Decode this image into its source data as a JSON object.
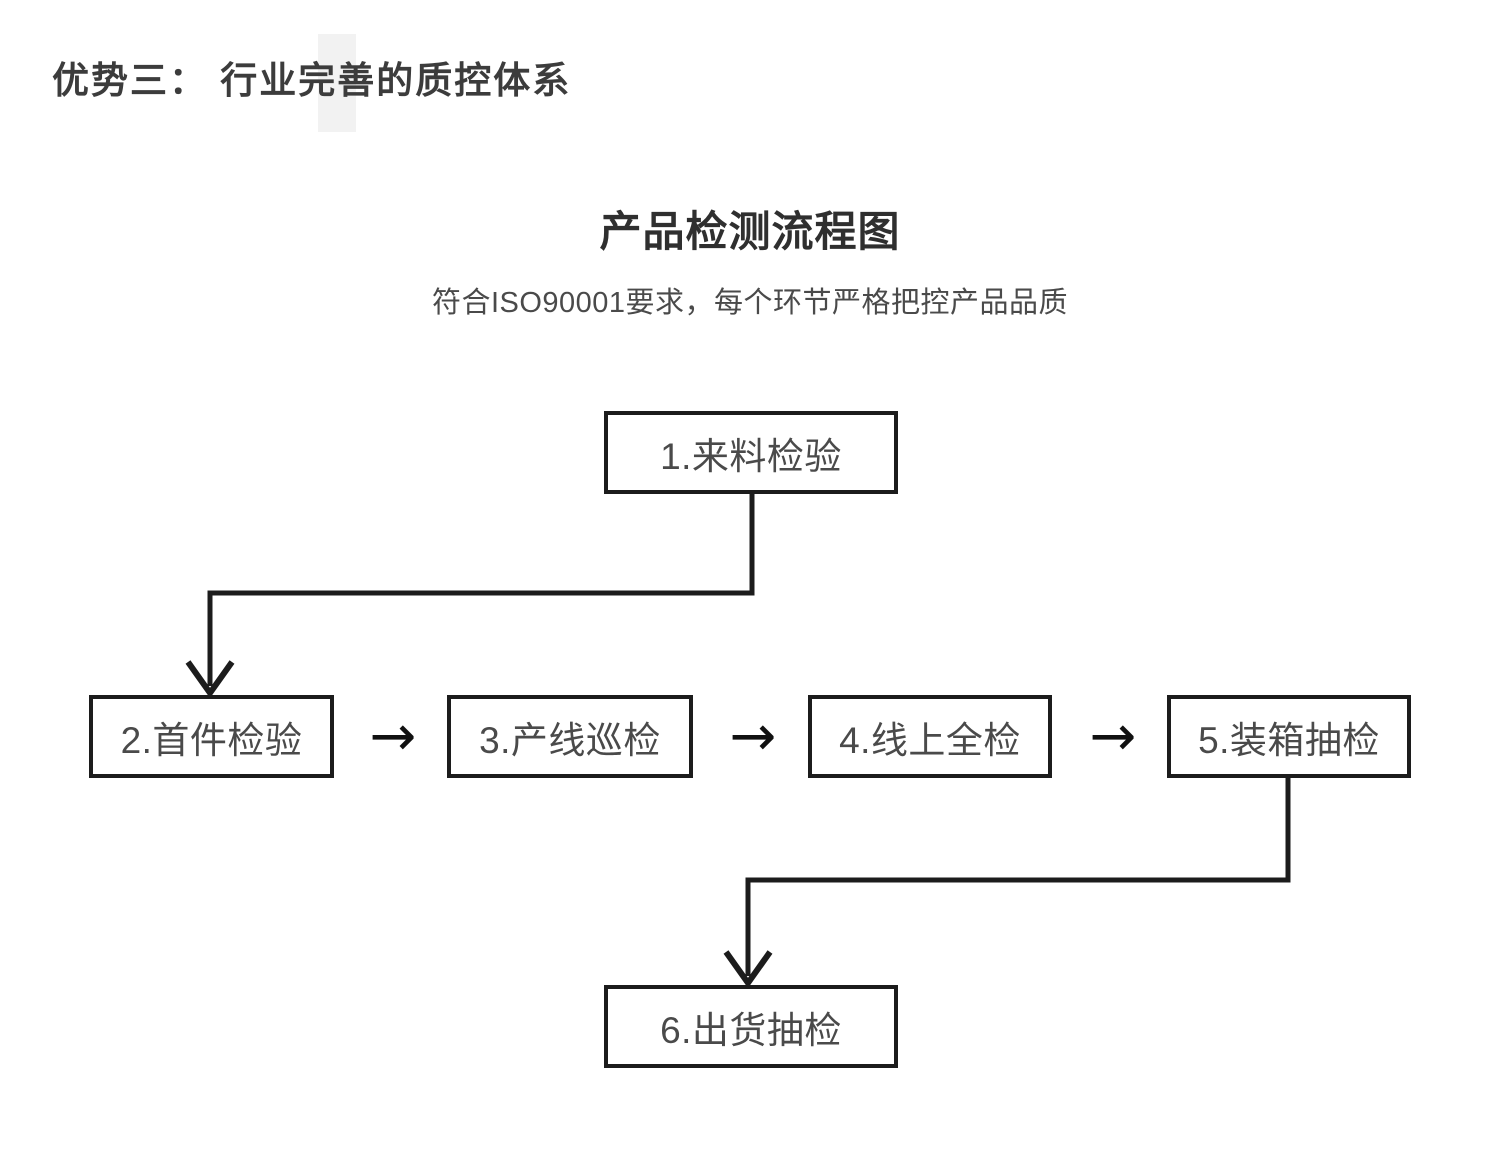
{
  "page": {
    "background": "#ffffff",
    "heading": "优势三： 行业完善的质控体系",
    "heading_color": "#3c3c3c"
  },
  "flowchart": {
    "title": "产品检测流程图",
    "subtitle": "符合ISO90001要求，每个环节严格把控产品品质",
    "box_border_color": "#1c1c1c",
    "text_color": "#4a4a4a",
    "nodes": [
      {
        "id": "1",
        "label": "1.来料检验"
      },
      {
        "id": "2",
        "label": "2.首件检验"
      },
      {
        "id": "3",
        "label": "3.产线巡检"
      },
      {
        "id": "4",
        "label": "4.线上全检"
      },
      {
        "id": "5",
        "label": "5.装箱抽检"
      },
      {
        "id": "6",
        "label": "6.出货抽检"
      }
    ],
    "inline_arrows": [
      {
        "from": "2",
        "to": "3",
        "glyph": "→"
      },
      {
        "from": "3",
        "to": "4",
        "glyph": "→"
      },
      {
        "from": "4",
        "to": "5",
        "glyph": "→"
      }
    ],
    "routed_connectors": [
      {
        "from": "1",
        "to": "2"
      },
      {
        "from": "5",
        "to": "6"
      }
    ]
  }
}
